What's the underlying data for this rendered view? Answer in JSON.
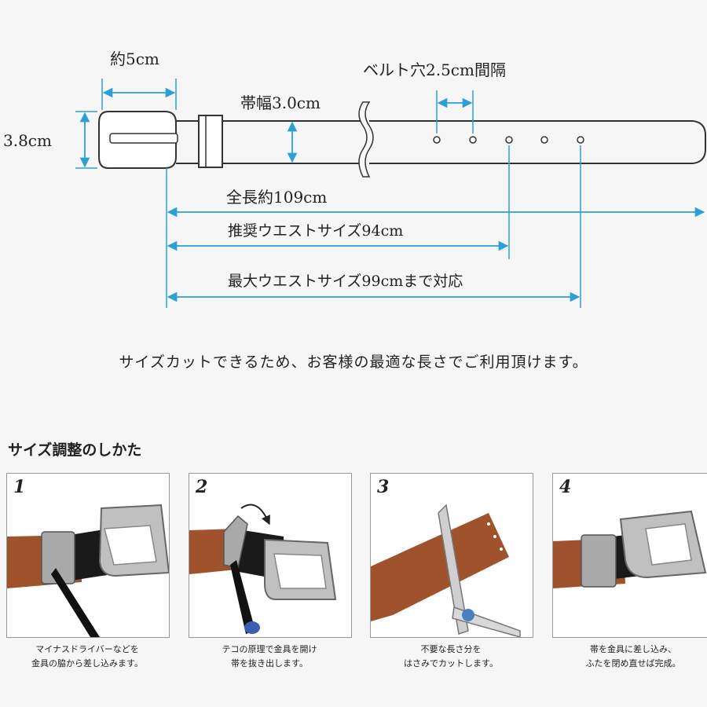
{
  "diagram": {
    "buckle_width": "約5cm",
    "hole_spacing": "ベルト穴2.5cm間隔",
    "strap_width": "帯幅3.0cm",
    "buckle_height": "3.8cm",
    "total_length": "全長約109cm",
    "recommended_waist": "推奨ウエストサイズ94cm",
    "max_waist": "最大ウエストサイズ99cmまで対応"
  },
  "tagline": "サイズカットできるため、お客様の最適な長さでご利用頂けます。",
  "section_title": "サイズ調整のしかた",
  "steps": [
    {
      "number": "1",
      "caption_line1": "マイナスドライバーなどを",
      "caption_line2": "金具の脇から差し込みます。"
    },
    {
      "number": "2",
      "caption_line1": "テコの原理で金具を開け",
      "caption_line2": "帯を抜き出します。"
    },
    {
      "number": "3",
      "caption_line1": "不要な長さ分を",
      "caption_line2": "はさみでカットします。"
    },
    {
      "number": "4",
      "caption_line1": "帯を金具に差し込み、",
      "caption_line2": "ふたを閉め直せば完成。"
    }
  ],
  "colors": {
    "accent": "#2b9fd6",
    "leather": "#a0522d",
    "strap_black": "#1a1a1a",
    "metal": "#b8b8b8",
    "outline": "#333333"
  }
}
